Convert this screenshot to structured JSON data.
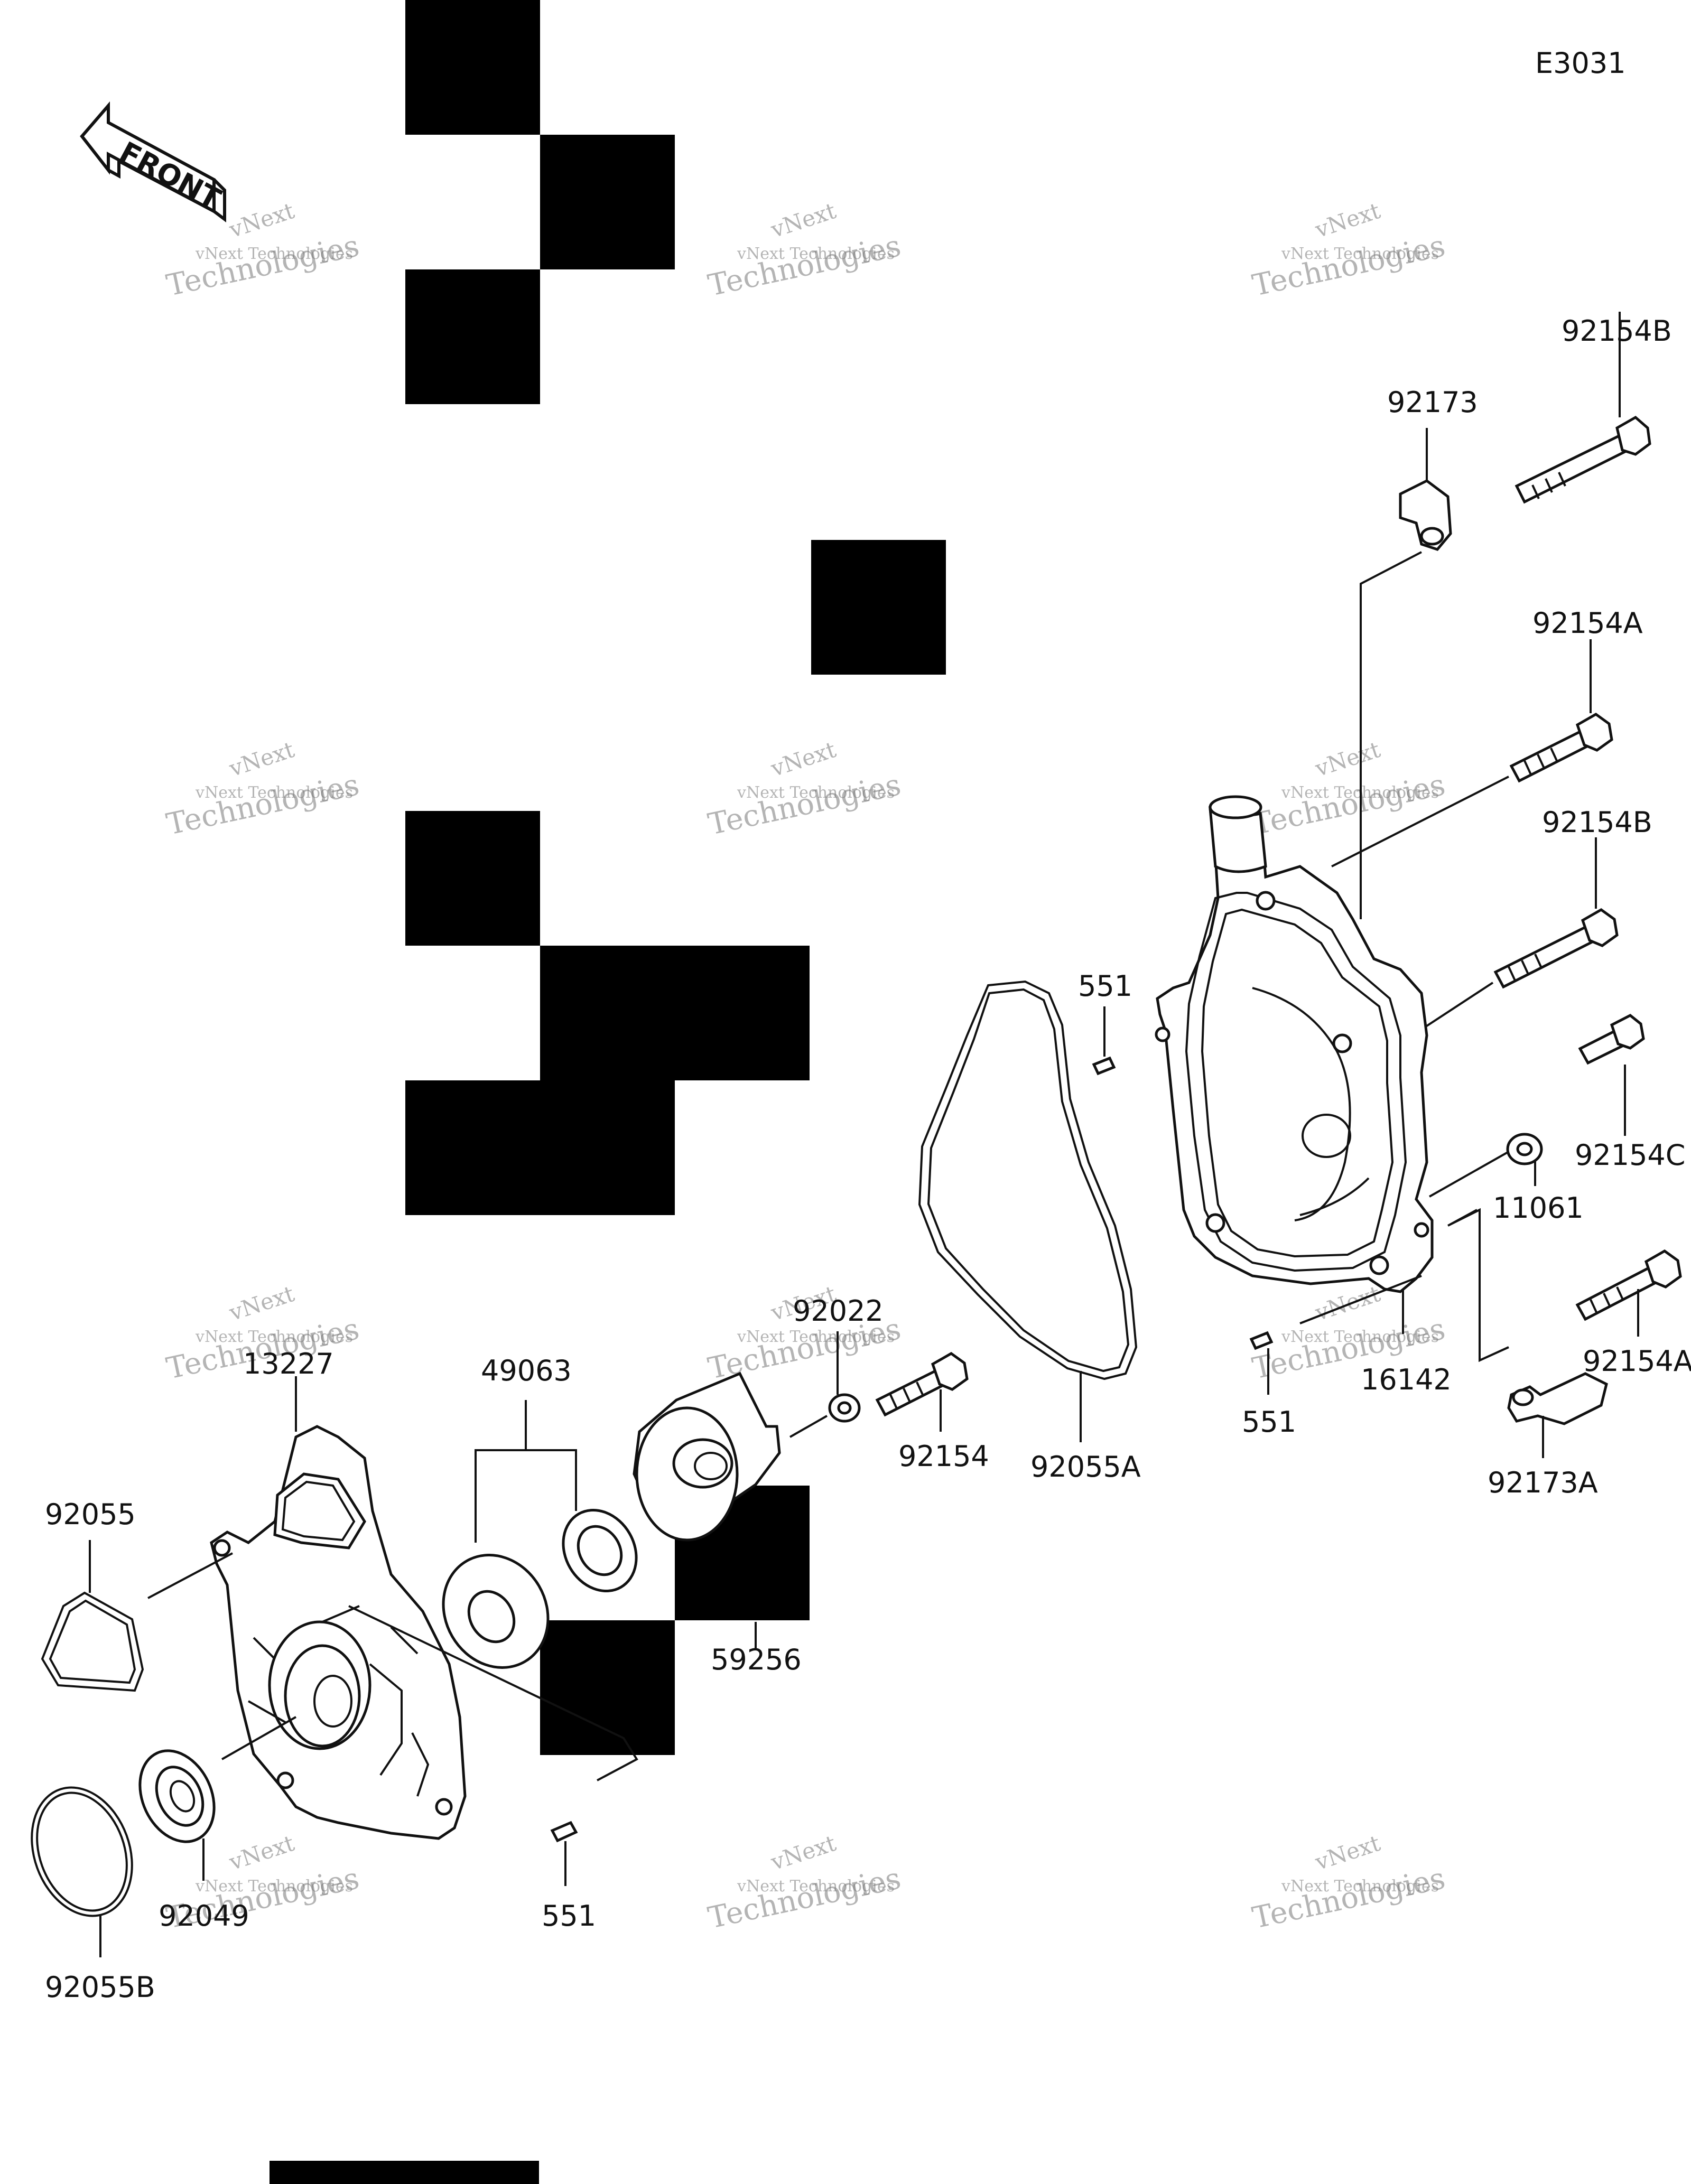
{
  "diagram_code": "E3031",
  "front_label": "FRONT",
  "watermark": {
    "line1": "vNext Technologies",
    "line2": "Technologies",
    "logo": "vNext"
  },
  "parts": {
    "p92154B_top": "92154B",
    "p92173": "92173",
    "p92154A_mid": "92154A",
    "p92154B_mid": "92154B",
    "p551_a": "551",
    "p92154C": "92154C",
    "p11061": "11061",
    "p92022": "92022",
    "p49063": "49063",
    "p92154": "92154",
    "p92055A": "92055A",
    "p16142": "16142",
    "p92154A_low": "92154A",
    "p551_b": "551",
    "p92173A": "92173A",
    "p13227": "13227",
    "p92055": "92055",
    "p59256": "59256",
    "p92049": "92049",
    "p551_c": "551",
    "p92055B": "92055B"
  }
}
